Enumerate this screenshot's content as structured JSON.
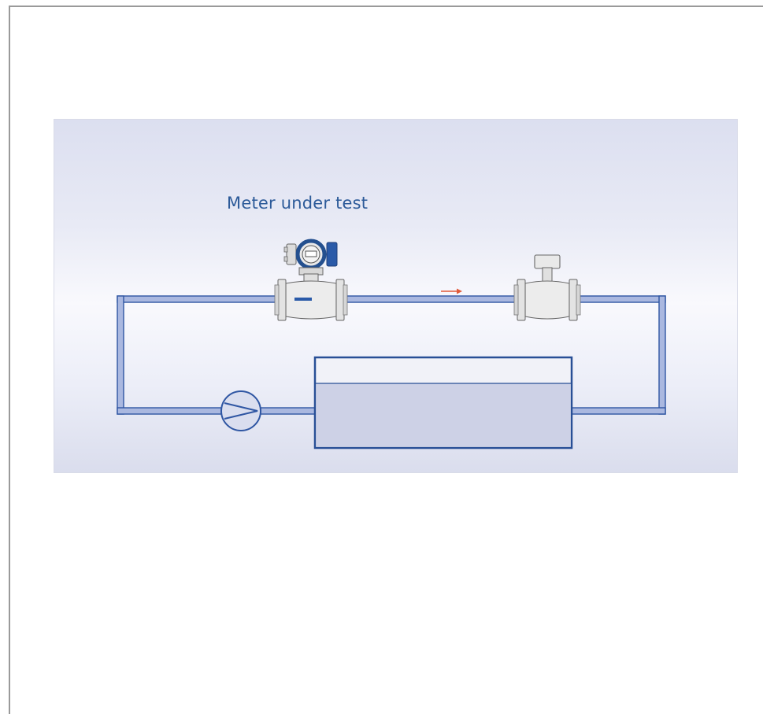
{
  "diagram": {
    "title": "Meter under test",
    "colors": {
      "pipe": "#aab8e0",
      "pipe_outline": "#2f56a3",
      "tank_outline": "#284f96",
      "tank_fill": "#cdd1e6",
      "flow_arrow": "#e05a3a",
      "meter_body": "#e4e4e4",
      "meter_outline": "#666666",
      "display_ring": "#24508f"
    },
    "components": {
      "meter_under_test": "electromagnetic-flowmeter-with-transmitter",
      "reference_meter": "reference-flowmeter",
      "pump": "pump-symbol",
      "tank": "reservoir-tank",
      "flow_direction": "right"
    }
  }
}
